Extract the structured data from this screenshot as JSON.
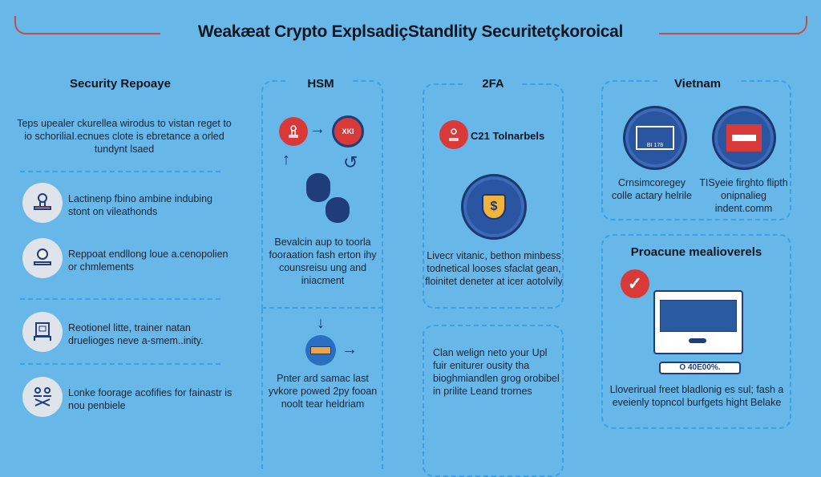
{
  "title": "Weakæat Crypto ExplsadiçStandlity Securitetçkoroical",
  "left": {
    "heading": "Security Repoaye",
    "intro": "Teps upealer ckurellea wirodus to vistan reget to io schoriliaI.ecnues clote is ebretance a orled tundynt lsaed",
    "items": [
      {
        "text": "Lactinenp fbino ambine indubing stont on vileathonds",
        "icon": "stamp-icon"
      },
      {
        "text": "Reppoat endllong loue a.cenopolien or chmlements",
        "icon": "stamp-icon"
      },
      {
        "text": "Reotionel litte, trainer natan druelioges neve a-smem..inity.",
        "icon": "terminal-icon"
      },
      {
        "text": "Lonke foorage acofifies for fainastr is nou penbiele",
        "icon": "network-icon"
      }
    ]
  },
  "hsm": {
    "heading": "HSM",
    "chip_label": "XKI",
    "text": "Bevalcin aup to toorla fooraation fash erton ihy counsreisu ung and iniacment",
    "bottom_text": "Pnter ard samac last yvkore powed 2py fooan noolt tear heldriam"
  },
  "twofa": {
    "heading": "2FA",
    "badge_label": "C21 Tolnarbels",
    "shield_symbol": "$",
    "text": "Livecr vitanic, bethon minbess todnetical looses sfaclat gean, floinitet deneter at icer aotolvily",
    "bottom_text": "Clan welign neto your Upl fuir eniturer ousity tha bioghmiandlen grog orobibel in prilite Leand trornes"
  },
  "vietnam": {
    "heading": "Vietnam",
    "left_text": "Crnsimcoregey colle actary helrile",
    "right_text": "TISyeie firghto flipth onipnalieg indent.comm",
    "screen_label": "BI 178"
  },
  "procedure": {
    "heading": "Proacune mealioverels",
    "keyboard_label": "O 40E00%.",
    "text": "Lloverirual freet bladlonig es sul; fash a eveienly topncol burfgets hight Belake"
  },
  "colors": {
    "background": "#67b8e9",
    "accent_red": "#d83a3a",
    "navy": "#1e3d7a"
  }
}
